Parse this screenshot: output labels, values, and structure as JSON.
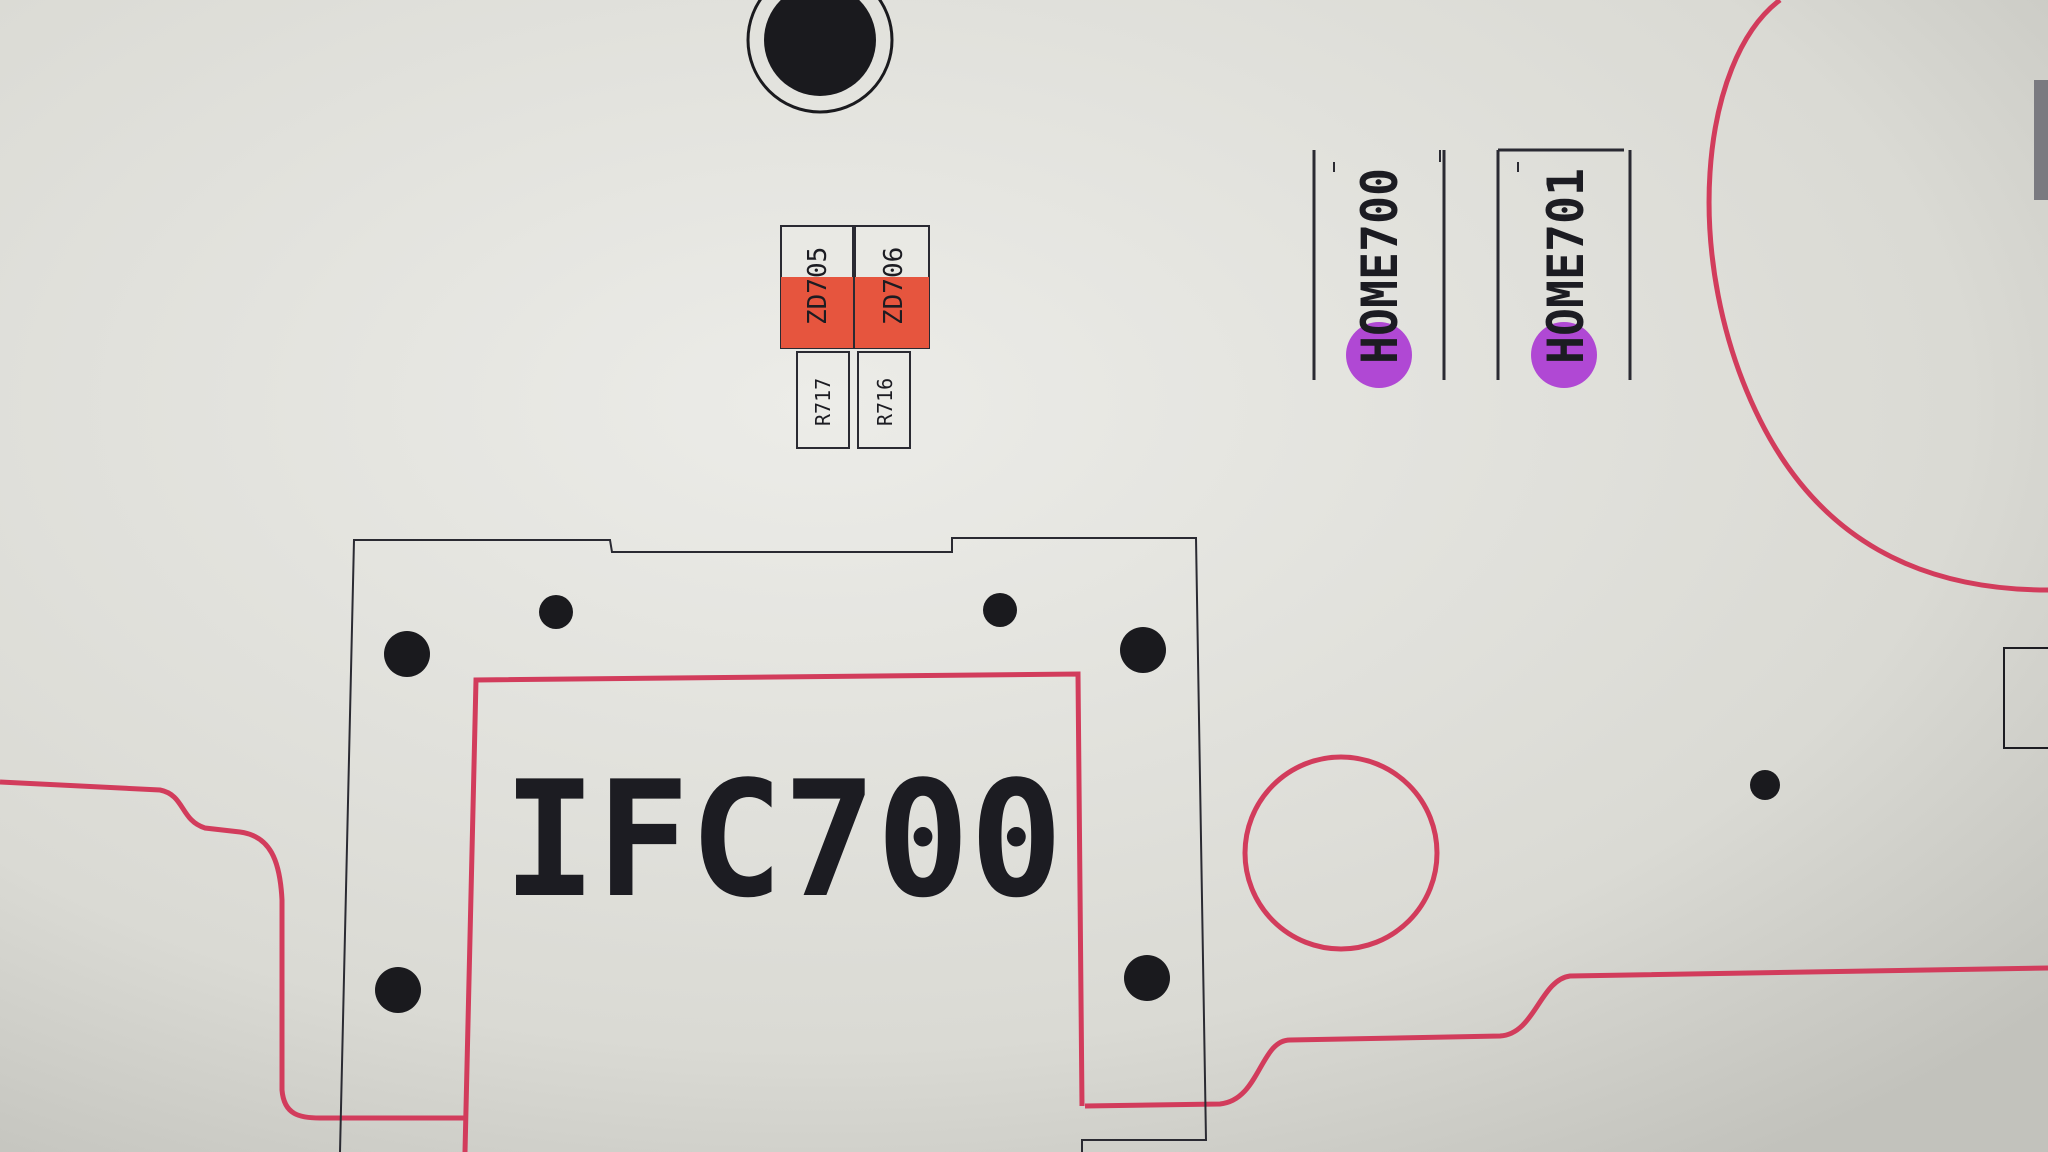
{
  "board": {
    "background_color": "#dcdcd6",
    "outline_color": "#d23c5c",
    "silk_color": "#1c1c22",
    "pad_color": "#1a1a1e",
    "diode_fill_color": "#e6553e",
    "marker_color": "#b048d4"
  },
  "connector": {
    "label": "IFC700"
  },
  "components": {
    "diodes": [
      {
        "ref": "ZD705"
      },
      {
        "ref": "ZD706"
      }
    ],
    "resistors": [
      {
        "ref": "R717"
      },
      {
        "ref": "R716"
      }
    ],
    "switches": [
      {
        "ref": "HOME700"
      },
      {
        "ref": "HOME701"
      }
    ]
  }
}
